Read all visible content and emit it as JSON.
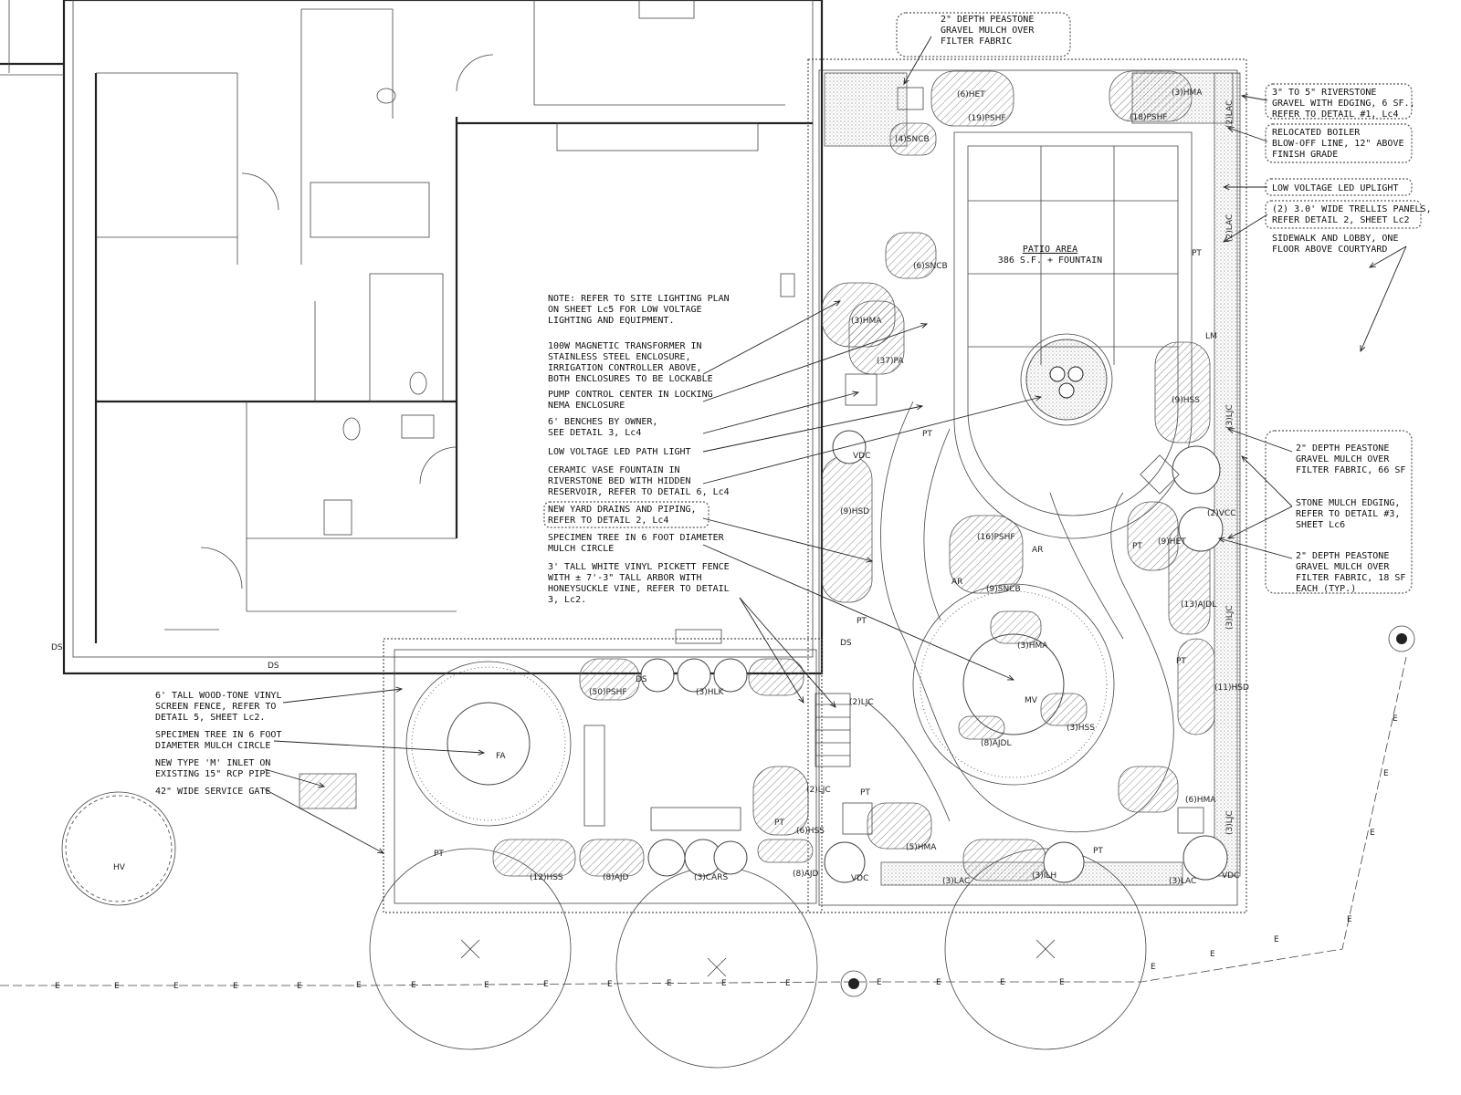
{
  "callouts": {
    "peastone_top": [
      "2\" DEPTH PEASTONE",
      "GRAVEL MULCH OVER",
      "FILTER FABRIC"
    ],
    "riverstone": [
      "3\" TO 5\" RIVERSTONE",
      "GRAVEL WITH EDGING, 6 SF.,",
      "REFER TO DETAIL #1, Lc4"
    ],
    "boiler": [
      "RELOCATED BOILER",
      "BLOW-OFF LINE, 12\" ABOVE",
      "FINISH GRADE"
    ],
    "uplight": [
      "LOW VOLTAGE LED UPLIGHT"
    ],
    "trellis": [
      "(2) 3.0' WIDE TRELLIS PANELS,",
      "REFER DETAIL 2, SHEET Lc2"
    ],
    "sidewalk": [
      "SIDEWALK AND LOBBY, ONE",
      "FLOOR ABOVE COURTYARD"
    ],
    "peastone_66": [
      "2\" DEPTH PEASTONE",
      "GRAVEL MULCH OVER",
      "FILTER FABRIC, 66 SF"
    ],
    "stone_edging": [
      "STONE MULCH EDGING,",
      "REFER TO DETAIL #3,",
      "SHEET Lc6"
    ],
    "peastone_18": [
      "2\" DEPTH PEASTONE",
      "GRAVEL MULCH OVER",
      "FILTER FABRIC, 18 SF",
      "EACH (TYP.)"
    ],
    "note_lighting": [
      "NOTE:  REFER TO SITE LIGHTING PLAN",
      "ON SHEET Lc5 FOR LOW VOLTAGE",
      "LIGHTING AND EQUIPMENT."
    ],
    "transformer": [
      "100W MAGNETIC TRANSFORMER IN",
      "STAINLESS STEEL ENCLOSURE,",
      "IRRIGATION CONTROLLER ABOVE,",
      "BOTH ENCLOSURES TO BE LOCKABLE"
    ],
    "pump": [
      "PUMP CONTROL CENTER IN LOCKING",
      "NEMA ENCLOSURE"
    ],
    "benches": [
      "6' BENCHES BY OWNER,",
      "SEE DETAIL 3, Lc4"
    ],
    "path_light": [
      "LOW VOLTAGE LED PATH LIGHT"
    ],
    "vase": [
      "CERAMIC VASE FOUNTAIN IN",
      "RIVERSTONE BED WITH HIDDEN",
      "RESERVOIR, REFER TO DETAIL 6, Lc4"
    ],
    "drains": [
      "NEW YARD DRAINS AND PIPING,",
      "REFER TO DETAIL 2, Lc4"
    ],
    "specimen_a": [
      "SPECIMEN TREE IN 6 FOOT DIAMETER",
      "MULCH CIRCLE"
    ],
    "fence": [
      "3' TALL WHITE VINYL PICKETT FENCE",
      "WITH ± 7'-3\" TALL ARBOR WITH",
      "HONEYSUCKLE VINE, REFER TO DETAIL",
      "3, Lc2."
    ],
    "wood_fence": [
      "6' TALL WOOD-TONE VINYL",
      "SCREEN FENCE, REFER TO",
      "DETAIL 5, SHEET Lc2."
    ],
    "specimen_b": [
      "SPECIMEN TREE IN 6 FOOT",
      "DIAMETER MULCH CIRCLE"
    ],
    "inlet": [
      "NEW TYPE 'M' INLET ON",
      "EXISTING 15\" RCP PIPE"
    ],
    "gate": [
      "42\" WIDE SERVICE GATE"
    ]
  },
  "patio": {
    "title": "PATIO AREA",
    "subtitle": "386 S.F. + FOUNTAIN"
  },
  "plant_labels": {
    "het6": "(6)HET",
    "hma3_top": "(3)HMA",
    "pshf19": "(19)PSHF",
    "pshf18": "(18)PSHF",
    "sncb4": "(4)SNCB",
    "lac2_a": "(2)LAC",
    "lac2_b": "(2)LAC",
    "sncb6": "(6)SNCB",
    "pt_top": "PT",
    "lm": "LM",
    "hma3_left": "(3)HMA",
    "pa37": "(37)PA",
    "hss9": "(9)HSS",
    "ljc3_a": "(3)LJC",
    "vdc_a": "VDC",
    "pt_a": "PT",
    "hsd9": "(9)HSD",
    "vcc2": "(2)VCC",
    "het9": "(9)HET",
    "pt_b": "PT",
    "pshf16": "(16)PSHF",
    "ar_a": "AR",
    "ar_b": "AR",
    "sncb9": "(9)SNCB",
    "ajdl13": "(13)AJDL",
    "ljc3_b": "(3)LJC",
    "pt_c": "PT",
    "hma3_tree": "(3)HMA",
    "mv": "MV",
    "hss3": "(3)HSS",
    "ajdl8": "(8)AJDL",
    "hsd11": "(11)HSD",
    "pt_d": "PT",
    "ds_a": "DS",
    "ds_b": "DS",
    "ds_c": "DS",
    "pshf50": "(50)PSHF",
    "hlk3": "(3)HLK",
    "ljc2_a": "(2)LJC",
    "fa": "FA",
    "ljc2_b": "(2)LJC",
    "pt_e": "PT",
    "hss6": "(6)HSS",
    "pt_f": "PT",
    "hma5": "(5)HMA",
    "hma6": "(6)HMA",
    "ljc3_c": "(3)LJC",
    "pt_g": "PT",
    "hss12": "(12)HSS",
    "ajd8_a": "(8)AJD",
    "cars3": "(3)CARS",
    "ajd8_b": "(8)AJD",
    "vdc_b": "VDC",
    "lac3_a": "(3)LAC",
    "ilh3": "(3)ILH",
    "lac3_b": "(3)LAC",
    "vdc_c": "VDC",
    "hv": "HV",
    "pt_h": "PT",
    "ds_d": "DS"
  },
  "utility_line": {
    "marker": "E"
  }
}
